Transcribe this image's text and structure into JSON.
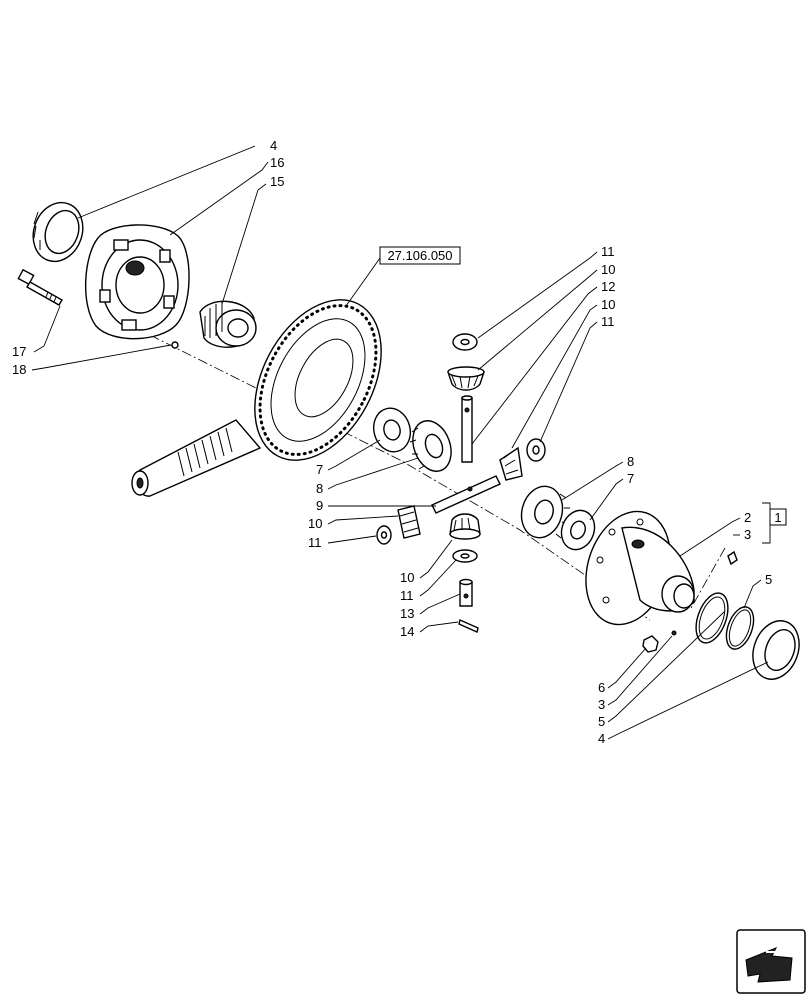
{
  "reference_box": "27.106.050",
  "group_box": "1",
  "labels": {
    "l4a": "4",
    "l16": "16",
    "l15": "15",
    "l17": "17",
    "l18": "18",
    "l11a": "11",
    "l10a": "10",
    "l12": "12",
    "l10b": "10",
    "l11b": "11",
    "l7a": "7",
    "l8a": "8",
    "l9": "9",
    "l10c": "10",
    "l11c": "11",
    "l10d": "10",
    "l11d": "11",
    "l13": "13",
    "l14": "14",
    "l8b": "8",
    "l7b": "7",
    "l2": "2",
    "l3a": "3",
    "l5a": "5",
    "l6": "6",
    "l3b": "3",
    "l5b": "5",
    "l4b": "4"
  }
}
